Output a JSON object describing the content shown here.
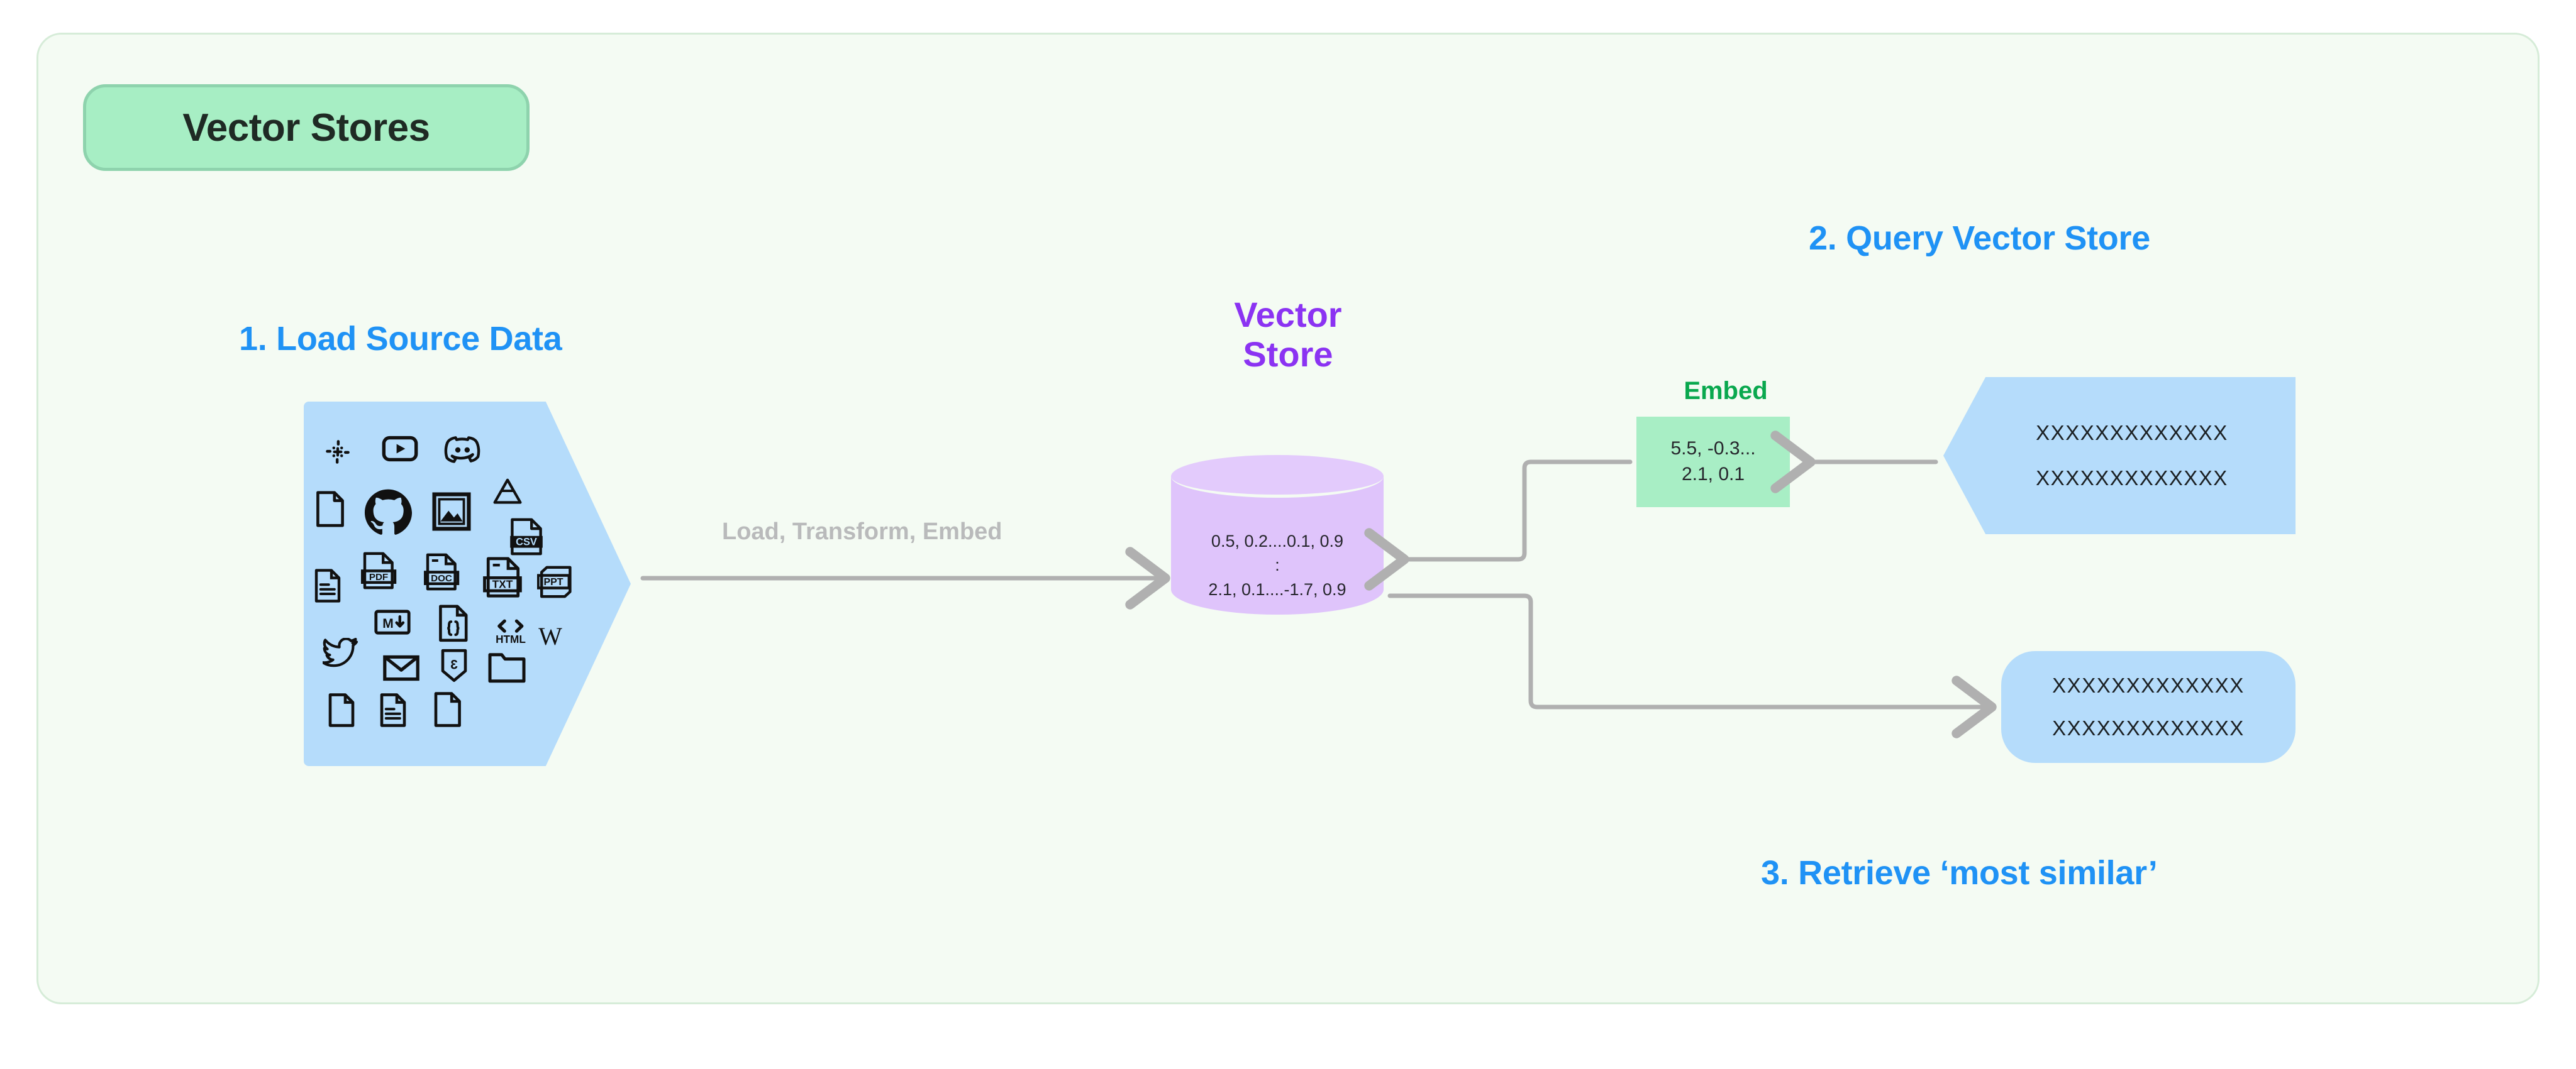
{
  "card": {
    "background": "#f4fbf3",
    "border_color": "#d6ecd8"
  },
  "title_badge": {
    "label": "Vector Stores",
    "fill": "#a7eec4",
    "border": "#8ed3ad",
    "text_color": "#1f2a24"
  },
  "steps": {
    "accent_color": "#1f92f5",
    "step1": "1. Load Source Data",
    "step2": "2. Query Vector Store",
    "step3": "3. Retrieve ‘most similar’"
  },
  "source_node": {
    "fill": "#b5dcfb",
    "icons": [
      {
        "name": "slack-icon",
        "label": ""
      },
      {
        "name": "youtube-icon",
        "label": ""
      },
      {
        "name": "discord-icon",
        "label": ""
      },
      {
        "name": "blank-file-icon",
        "label": ""
      },
      {
        "name": "github-icon",
        "label": ""
      },
      {
        "name": "image-file-icon",
        "label": ""
      },
      {
        "name": "google-drive-icon",
        "label": ""
      },
      {
        "name": "csv-file-icon",
        "label": "CSV"
      },
      {
        "name": "text-document-icon",
        "label": ""
      },
      {
        "name": "pdf-file-icon",
        "label": "PDF"
      },
      {
        "name": "doc-file-icon",
        "label": "DOC"
      },
      {
        "name": "txt-file-icon",
        "label": "TXT"
      },
      {
        "name": "ppt-file-icon",
        "label": "PPT"
      },
      {
        "name": "markdown-icon",
        "label": "M"
      },
      {
        "name": "json-file-icon",
        "label": "{ }"
      },
      {
        "name": "html-icon",
        "label": "HTML"
      },
      {
        "name": "wikipedia-icon",
        "label": "W"
      },
      {
        "name": "twitter-icon",
        "label": ""
      },
      {
        "name": "email-icon",
        "label": ""
      },
      {
        "name": "css3-icon",
        "label": "3"
      },
      {
        "name": "folder-icon",
        "label": ""
      },
      {
        "name": "blank-file-icon-2",
        "label": ""
      },
      {
        "name": "text-document-icon-2",
        "label": ""
      },
      {
        "name": "blank-file-icon-3",
        "label": ""
      }
    ]
  },
  "flow_arrow": {
    "label": "Load, Transform, Embed",
    "color": "#b9babb"
  },
  "vector_store": {
    "heading_line1": "Vector",
    "heading_line2": "Store",
    "heading_color": "#8b33f2",
    "body_fill": "#dfc4fb",
    "top_fill": "#e3cbfc",
    "rows": [
      "0.5, 0.2....0.1, 0.9",
      ":",
      "2.1, 0.1....-1.7, 0.9"
    ]
  },
  "embed": {
    "heading": "Embed",
    "heading_color": "#09a84e",
    "fill": "#a8eec5",
    "rows": [
      "5.5, -0.3...",
      "2.1, 0.1"
    ]
  },
  "query_node": {
    "fill": "#b5dcfb",
    "rows": [
      "XXXXXXXXXXXXX",
      "XXXXXXXXXXXXX"
    ]
  },
  "retrieve_node": {
    "fill": "#b5dcfb",
    "rows": [
      "XXXXXXXXXXXXX",
      "XXXXXXXXXXXXX"
    ]
  },
  "connectors": {
    "color": "#b0b0b0"
  }
}
